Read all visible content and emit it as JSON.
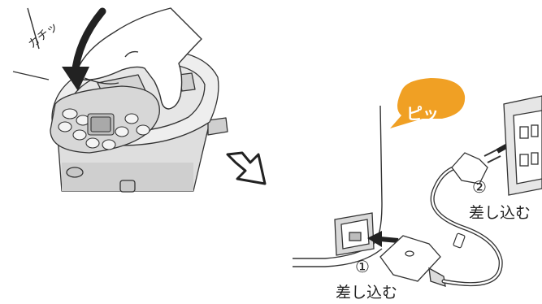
{
  "labels": {
    "click_sound": "カチッ",
    "beep_sound": "ピッ",
    "step1_number": "①",
    "step1_text": "差し込む",
    "step2_number": "②",
    "step2_text": "差し込む"
  },
  "colors": {
    "bubble": "#f0a024",
    "arrow": "#222222",
    "ink": "#333333",
    "panel": "#d7d7d7",
    "pot_body": "#dedede",
    "pot_lid": "#eeeeee"
  },
  "icons": [
    "curved-arrow-icon",
    "diagonal-arrow-icon",
    "push-arrow-icon"
  ]
}
